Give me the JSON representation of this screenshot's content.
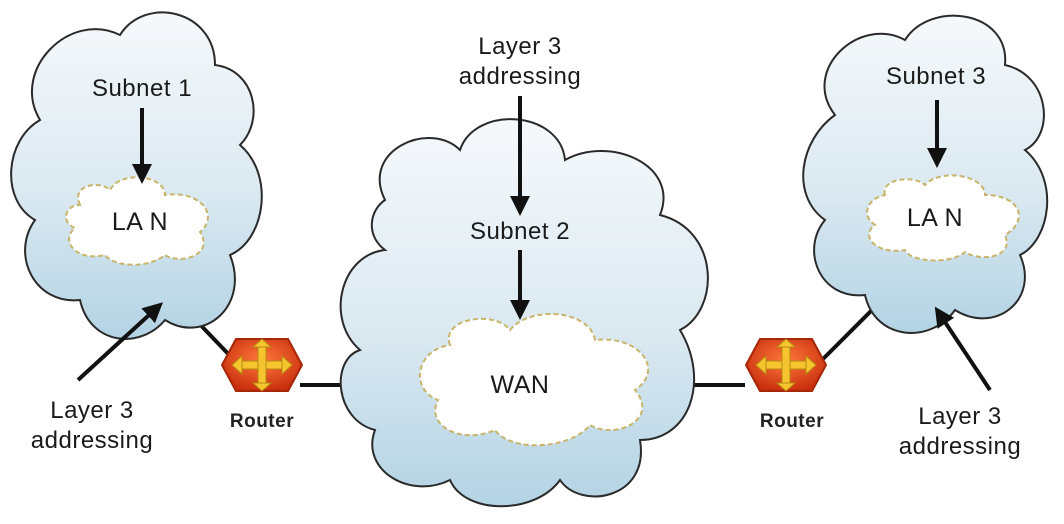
{
  "subnets": [
    {
      "name": "Subnet 1",
      "network": "LA N"
    },
    {
      "name": "Subnet 2",
      "network": "WAN"
    },
    {
      "name": "Subnet 3",
      "network": "LA N"
    }
  ],
  "routers": [
    "Router",
    "Router"
  ],
  "addressing_labels": [
    "Layer 3\naddressing",
    "Layer 3\naddressing",
    "Layer 3\naddressing"
  ],
  "colors": {
    "cloud_top": "#f3f7fa",
    "cloud_bottom": "#b9d7e6",
    "cloud_outline": "#2a2a2a",
    "inner_cloud_outline": "#c8b56a",
    "router_fill": "#e84a1c",
    "router_arrow": "#f2c230"
  }
}
